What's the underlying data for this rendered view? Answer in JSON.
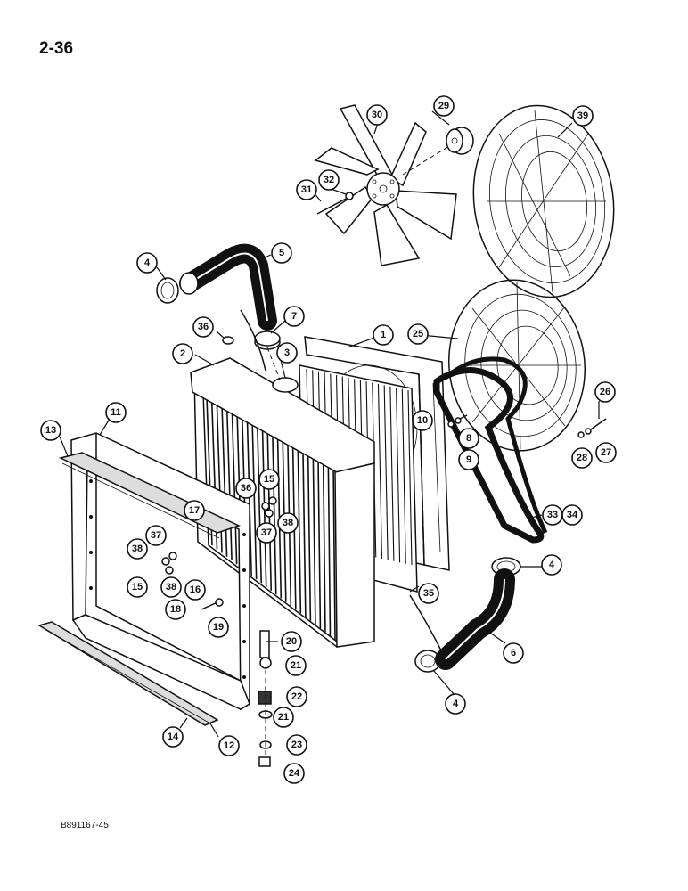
{
  "page_number": "2-36",
  "drawing_id": "B891167-45",
  "callouts": [
    {
      "id": "c1",
      "label": "1"
    },
    {
      "id": "c2",
      "label": "2"
    },
    {
      "id": "c3",
      "label": "3"
    },
    {
      "id": "c4a",
      "label": "4"
    },
    {
      "id": "c4b",
      "label": "4"
    },
    {
      "id": "c4c",
      "label": "4"
    },
    {
      "id": "c5",
      "label": "5"
    },
    {
      "id": "c6",
      "label": "6"
    },
    {
      "id": "c7",
      "label": "7"
    },
    {
      "id": "c8",
      "label": "8"
    },
    {
      "id": "c9",
      "label": "9"
    },
    {
      "id": "c10",
      "label": "10"
    },
    {
      "id": "c11",
      "label": "11"
    },
    {
      "id": "c12",
      "label": "12"
    },
    {
      "id": "c13",
      "label": "13"
    },
    {
      "id": "c14",
      "label": "14"
    },
    {
      "id": "c15a",
      "label": "15"
    },
    {
      "id": "c15b",
      "label": "15"
    },
    {
      "id": "c16",
      "label": "16"
    },
    {
      "id": "c17",
      "label": "17"
    },
    {
      "id": "c18",
      "label": "18"
    },
    {
      "id": "c19",
      "label": "19"
    },
    {
      "id": "c20",
      "label": "20"
    },
    {
      "id": "c21a",
      "label": "21"
    },
    {
      "id": "c21b",
      "label": "21"
    },
    {
      "id": "c22",
      "label": "22"
    },
    {
      "id": "c23",
      "label": "23"
    },
    {
      "id": "c24",
      "label": "24"
    },
    {
      "id": "c25",
      "label": "25"
    },
    {
      "id": "c26",
      "label": "26"
    },
    {
      "id": "c27",
      "label": "27"
    },
    {
      "id": "c28",
      "label": "28"
    },
    {
      "id": "c29",
      "label": "29"
    },
    {
      "id": "c30",
      "label": "30"
    },
    {
      "id": "c31",
      "label": "31"
    },
    {
      "id": "c32",
      "label": "32"
    },
    {
      "id": "c33",
      "label": "33"
    },
    {
      "id": "c34",
      "label": "34"
    },
    {
      "id": "c35",
      "label": "35"
    },
    {
      "id": "c36a",
      "label": "36"
    },
    {
      "id": "c36b",
      "label": "36"
    },
    {
      "id": "c37a",
      "label": "37"
    },
    {
      "id": "c37b",
      "label": "37"
    },
    {
      "id": "c38a",
      "label": "38"
    },
    {
      "id": "c38b",
      "label": "38"
    },
    {
      "id": "c38c",
      "label": "38"
    },
    {
      "id": "c39",
      "label": "39"
    }
  ]
}
